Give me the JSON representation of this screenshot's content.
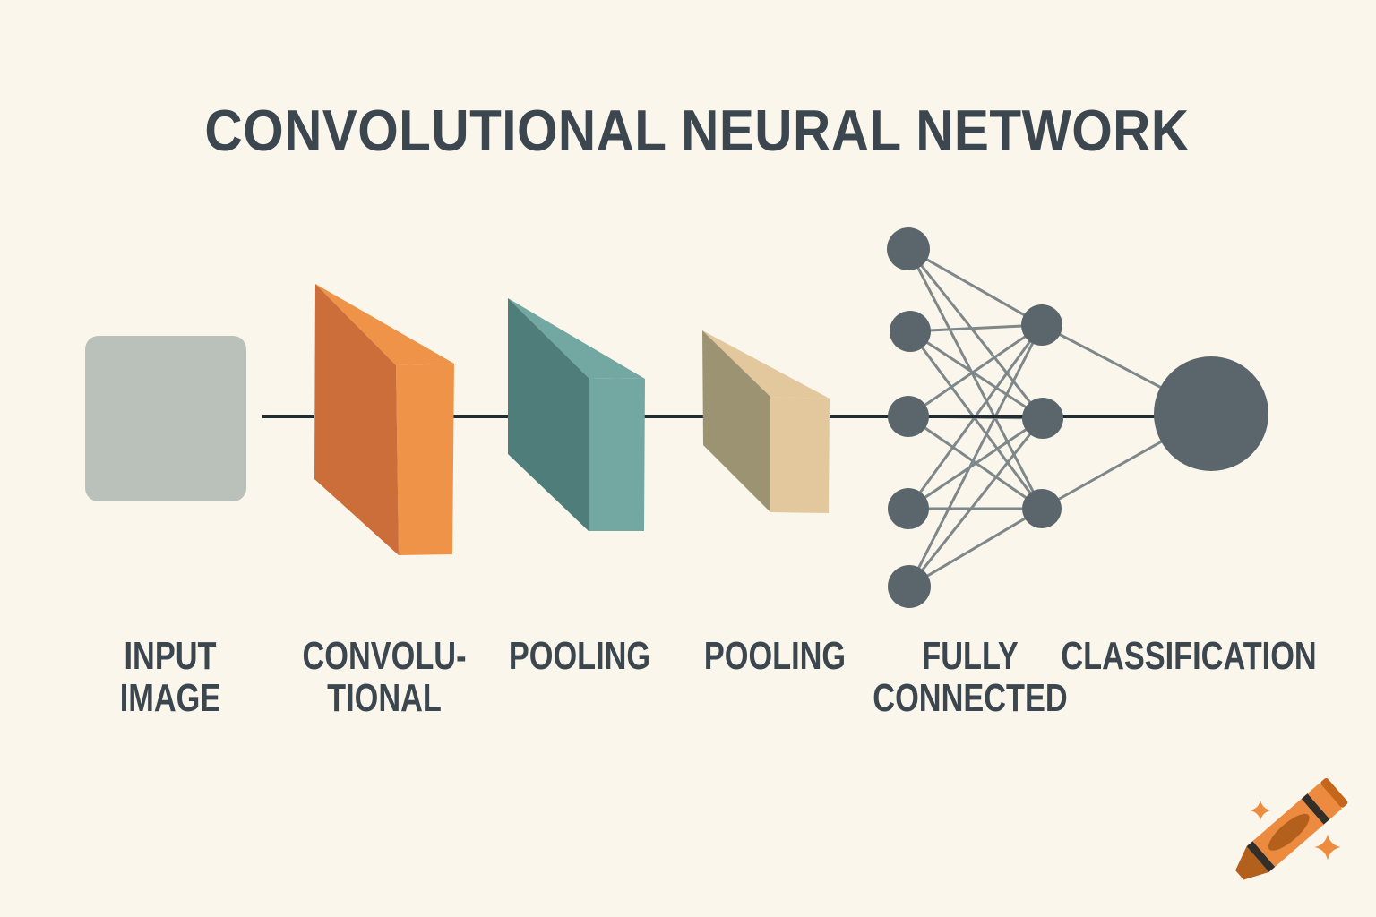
{
  "title": "CONVOLUTIONAL NEURAL NETWORK",
  "diagram": {
    "type": "cnn-architecture-flow",
    "stages": [
      {
        "name": "input-image",
        "shape": "rounded-square",
        "lines": [
          "INPUT",
          "IMAGE"
        ]
      },
      {
        "name": "convolutional",
        "shape": "3d-slab",
        "lines": [
          "CONVOLU-",
          "TIONAL"
        ]
      },
      {
        "name": "pooling-1",
        "shape": "3d-slab",
        "lines": [
          "POOLING"
        ]
      },
      {
        "name": "pooling-2",
        "shape": "3d-slab",
        "lines": [
          "POOLING"
        ]
      },
      {
        "name": "fully-connected",
        "shape": "node-network",
        "lines": [
          "FULLY",
          "CONNECTED"
        ]
      },
      {
        "name": "classification",
        "shape": "large-circle",
        "lines": [
          "CLASSIFICATION"
        ]
      }
    ],
    "network": {
      "input_layer_nodes": 5,
      "hidden_layer_nodes": 3,
      "output_nodes": 1,
      "fully_connected_edges": 15
    }
  },
  "colors": {
    "background": "#FAF6EB",
    "text": "#3B464F",
    "input_square": "#B9C1BA",
    "conv_front": "#CC6E3A",
    "conv_light": "#EE9347",
    "pool1_front": "#4F7E7A",
    "pool1_light": "#73A7A2",
    "pool2_front": "#9B9372",
    "pool2_light": "#E3C89D",
    "node": "#5B666C",
    "edge": "#7E878A",
    "flow_line": "#222D33",
    "crayon_body": "#EC8B3F",
    "crayon_dark": "#B2601C",
    "crayon_band": "#332E28",
    "crayon_cap": "#C4671B",
    "sparkle": "#ED8B3E"
  },
  "watermark": {
    "icon": "crayon-icon",
    "sparkle_count": 2
  }
}
